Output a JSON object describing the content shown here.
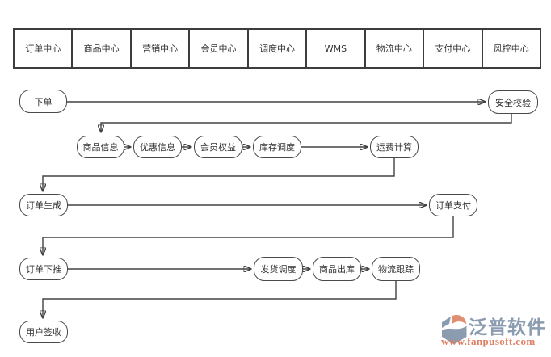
{
  "header": {
    "centers": [
      "订单中心",
      "商品中心",
      "营销中心",
      "会员中心",
      "调度中心",
      "WMS",
      "物流中心",
      "支付中心",
      "风控中心"
    ]
  },
  "flow": {
    "place_order": "下单",
    "security_check": "安全校验",
    "product_info": "商品信息",
    "discount_info": "优惠信息",
    "member_benefits": "会员权益",
    "inventory_dispatch": "库存调度",
    "freight_calc": "运费计算",
    "order_generate": "订单生成",
    "order_pay": "订单支付",
    "order_pushdown": "订单下推",
    "delivery_dispatch": "发货调度",
    "goods_outbound": "商品出库",
    "logistics_tracking": "物流跟踪",
    "user_receipt": "用户签收"
  },
  "edges": [
    [
      "place_order",
      "security_check"
    ],
    [
      "security_check",
      "product_info"
    ],
    [
      "product_info",
      "discount_info"
    ],
    [
      "discount_info",
      "member_benefits"
    ],
    [
      "member_benefits",
      "inventory_dispatch"
    ],
    [
      "inventory_dispatch",
      "freight_calc"
    ],
    [
      "freight_calc",
      "order_generate"
    ],
    [
      "order_generate",
      "order_pay"
    ],
    [
      "order_pay",
      "order_pushdown"
    ],
    [
      "order_pushdown",
      "delivery_dispatch"
    ],
    [
      "delivery_dispatch",
      "goods_outbound"
    ],
    [
      "goods_outbound",
      "logistics_tracking"
    ],
    [
      "logistics_tracking",
      "user_receipt"
    ]
  ],
  "logo": {
    "brand": "泛普软件",
    "website": "www.fanpusoft.com"
  },
  "colors": {
    "line": "#424242",
    "node_border": "#4a4a4a",
    "text": "#333333",
    "brand_blue": "#8c9cb0",
    "brand_orange": "#e18f72",
    "website_orange": "#dd7f63"
  }
}
